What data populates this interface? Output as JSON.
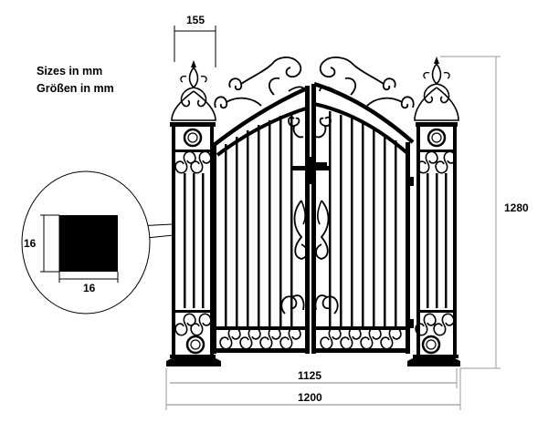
{
  "notes": {
    "line1": "Sizes in mm",
    "line2": "Größen in mm"
  },
  "dimensions": {
    "post_width": "155",
    "total_height": "1280",
    "inner_width": "1125",
    "total_width": "1200",
    "bar_height": "16",
    "bar_width": "16"
  },
  "colors": {
    "ink": "#000000",
    "dim_line": "#9a9a9a",
    "background": "#ffffff"
  }
}
